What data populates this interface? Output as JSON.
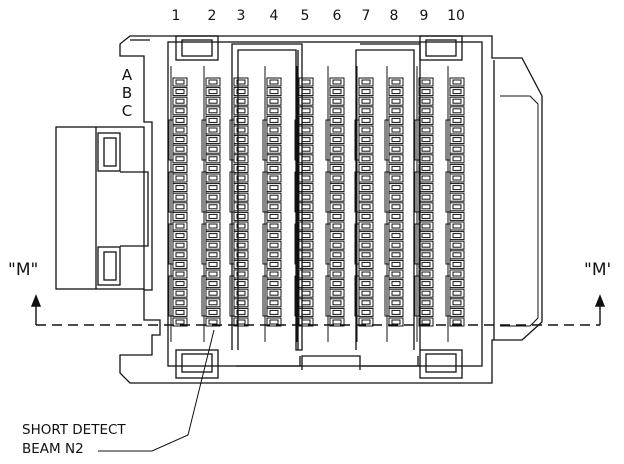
{
  "column_labels": [
    "1",
    "2",
    "3",
    "4",
    "5",
    "6",
    "7",
    "8",
    "9",
    "10"
  ],
  "row_labels": [
    "A",
    "B",
    "C"
  ],
  "section_left": "\"M\"",
  "section_right": "\"M'",
  "callout": {
    "line1": "SHORT DETECT",
    "line2": "BEAM N2"
  }
}
